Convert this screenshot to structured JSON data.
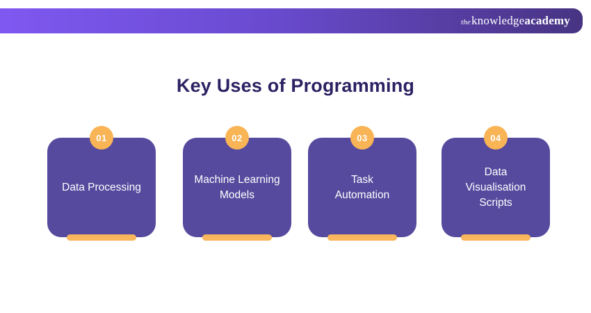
{
  "header": {
    "logo": {
      "the": "the",
      "knowledge": "knowledge",
      "academy": "academy"
    }
  },
  "title": "Key Uses of Programming",
  "cards": [
    {
      "number": "01",
      "lines": [
        "Data Processing"
      ]
    },
    {
      "number": "02",
      "lines": [
        "Machine Learning",
        "Models"
      ]
    },
    {
      "number": "03",
      "lines": [
        "Task",
        "Automation"
      ]
    },
    {
      "number": "04",
      "lines": [
        "Data",
        "Visualisation",
        "Scripts"
      ]
    }
  ],
  "colors": {
    "header_gradient_left": "#7F58F1",
    "header_gradient_right": "#473482",
    "title_text": "#2B2263",
    "card_background": "#564A9E",
    "badge_orange": "#F8B455",
    "underline_orange": "#F9B65C",
    "card_text": "#FFFFFF"
  }
}
